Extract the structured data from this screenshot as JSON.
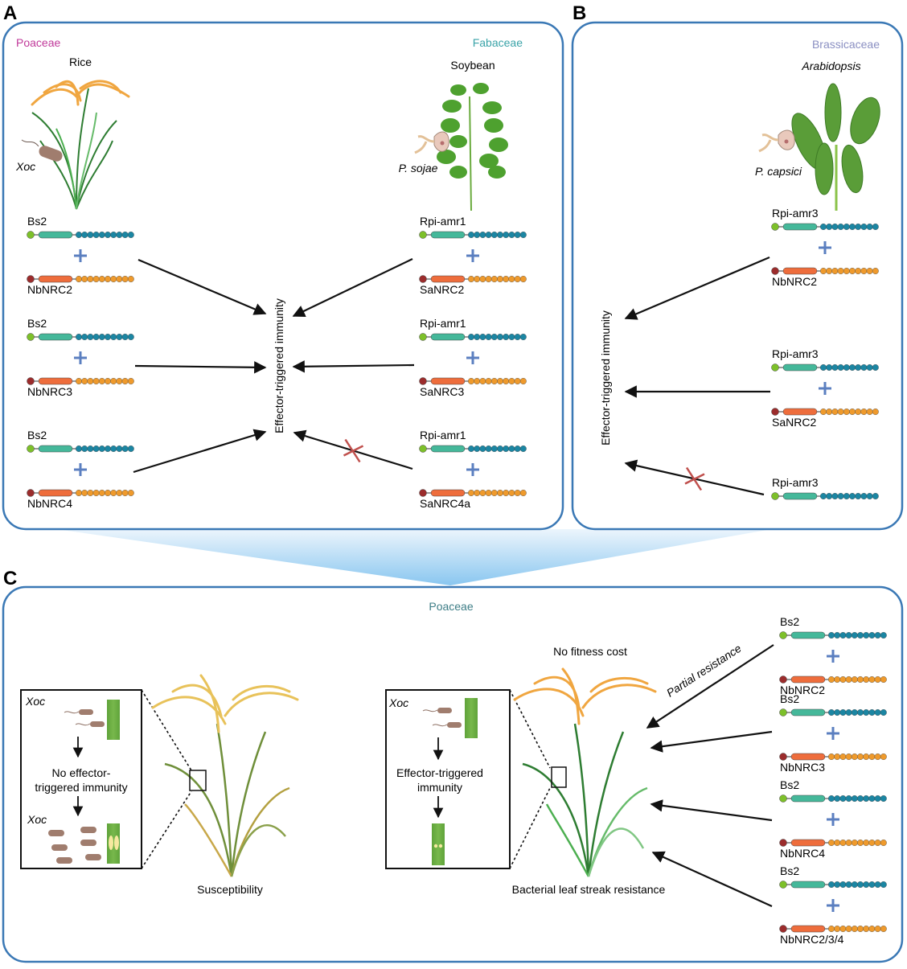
{
  "panels": {
    "A": {
      "letter": "A",
      "left_family": "Poaceae",
      "left_plant": "Rice",
      "left_pathogen": "Xoc",
      "right_family": "Fabaceae",
      "right_plant": "Soybean",
      "right_pathogen": "P. sojae",
      "outcome": "Effector-triggered immunity",
      "left_pairs": [
        {
          "sensor": "Bs2",
          "helper": "NbNRC2",
          "result": "immunity"
        },
        {
          "sensor": "Bs2",
          "helper": "NbNRC3",
          "result": "immunity"
        },
        {
          "sensor": "Bs2",
          "helper": "NbNRC4",
          "result": "immunity"
        }
      ],
      "right_pairs": [
        {
          "sensor": "Rpi-amr1",
          "helper": "SaNRC2",
          "result": "immunity"
        },
        {
          "sensor": "Rpi-amr1",
          "helper": "SaNRC3",
          "result": "immunity"
        },
        {
          "sensor": "Rpi-amr1",
          "helper": "SaNRC4a",
          "result": "no immunity"
        }
      ]
    },
    "B": {
      "letter": "B",
      "family": "Brassicaceae",
      "plant": "Arabidopsis",
      "pathogen": "P. capsici",
      "outcome": "Effector-triggered immunity",
      "pairs": [
        {
          "sensor": "Rpi-amr3",
          "helper": "NbNRC2",
          "result": "immunity"
        },
        {
          "sensor": "Rpi-amr3",
          "helper": "SaNRC2",
          "result": "immunity"
        },
        {
          "sensor": "Rpi-amr3",
          "helper": "",
          "result": "no immunity"
        }
      ]
    },
    "C": {
      "letter": "C",
      "family": "Poaceae",
      "left_inset": {
        "pathogen_top": "Xoc",
        "step": "No effector-triggered immunity",
        "step_line1": "No effector-",
        "step_line2": "triggered immunity",
        "pathogen_bottom": "Xoc"
      },
      "left_caption": "Susceptibility",
      "right_inset": {
        "pathogen_top": "Xoc",
        "step_line1": "Effector-triggered",
        "step_line2": "immunity"
      },
      "right_top_caption": "No fitness cost",
      "right_caption": "Bacterial leaf streak resistance",
      "partial_label": "Partial resistance",
      "pairs": [
        {
          "sensor": "Bs2",
          "helper": "NbNRC2",
          "result": "partial resistance"
        },
        {
          "sensor": "Bs2",
          "helper": "NbNRC3",
          "result": "resistance"
        },
        {
          "sensor": "Bs2",
          "helper": "NbNRC4",
          "result": "resistance"
        },
        {
          "sensor": "Bs2",
          "helper": "NbNRC2/3/4",
          "result": "resistance"
        }
      ]
    }
  },
  "colors": {
    "panel_border": "#3a78b5",
    "poaceae": "#c0399a",
    "fabaceae": "#3aa3a8",
    "brassicaceae": "#8a8fc2",
    "poaceae_c": "#3d7d86",
    "sensor_head": "#7dc02a",
    "sensor_nb": "#45b89a",
    "sensor_lrr": "#1b86a3",
    "helper_head": "#9b2c2c",
    "helper_nb": "#ee6d3c",
    "helper_lrr": "#ef9a2c",
    "plus": "#5b7fc0",
    "block_x": "#c0504d",
    "arrow": "#111111"
  }
}
